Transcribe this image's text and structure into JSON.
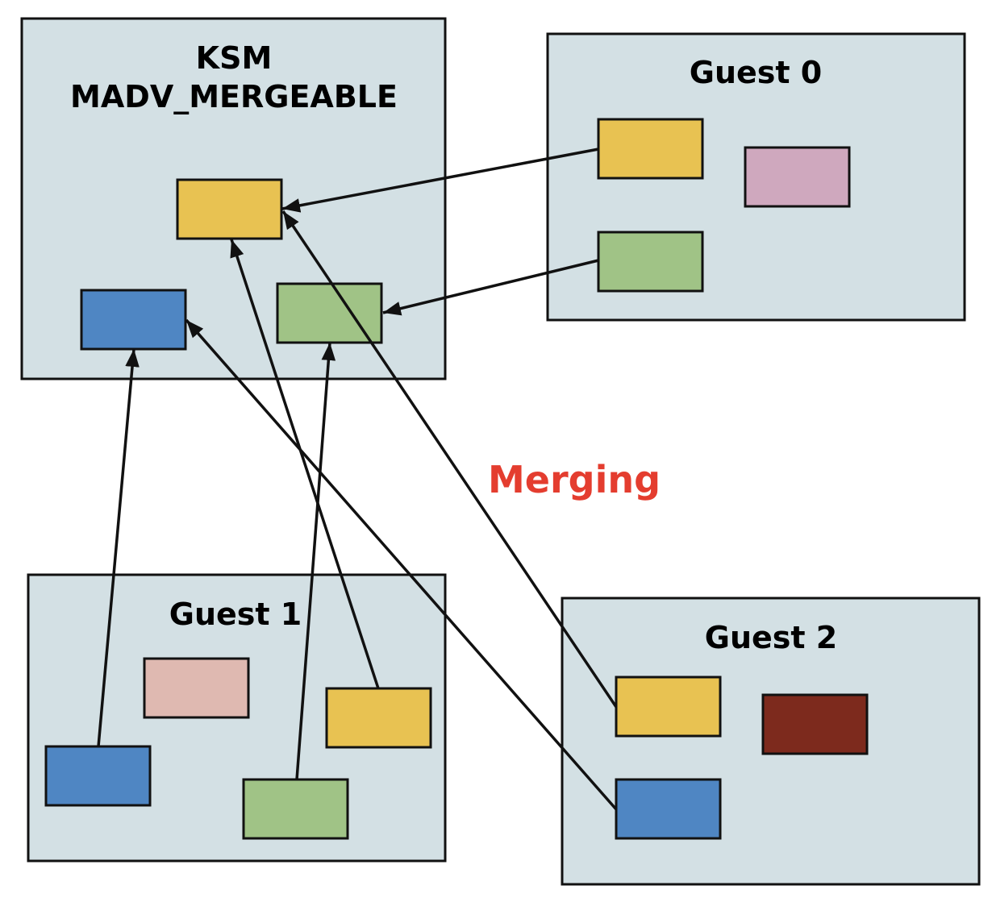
{
  "colors": {
    "panel_fill": "#d3e0e4",
    "outline": "#111111",
    "page_yellow": "#e8c252",
    "page_green": "#a0c386",
    "page_blue": "#4f86c3",
    "page_pink": "#cfa8be",
    "page_salmon": "#dfb9b1",
    "page_brown": "#7d2a1d",
    "merging_text": "#e43d2f"
  },
  "ksm": {
    "title_line1": "KSM",
    "title_line2": "MADV_MERGEABLE"
  },
  "guest0": {
    "title": "Guest 0"
  },
  "guest1": {
    "title": "Guest 1"
  },
  "guest2": {
    "title": "Guest 2"
  },
  "merging": {
    "label": "Merging"
  }
}
